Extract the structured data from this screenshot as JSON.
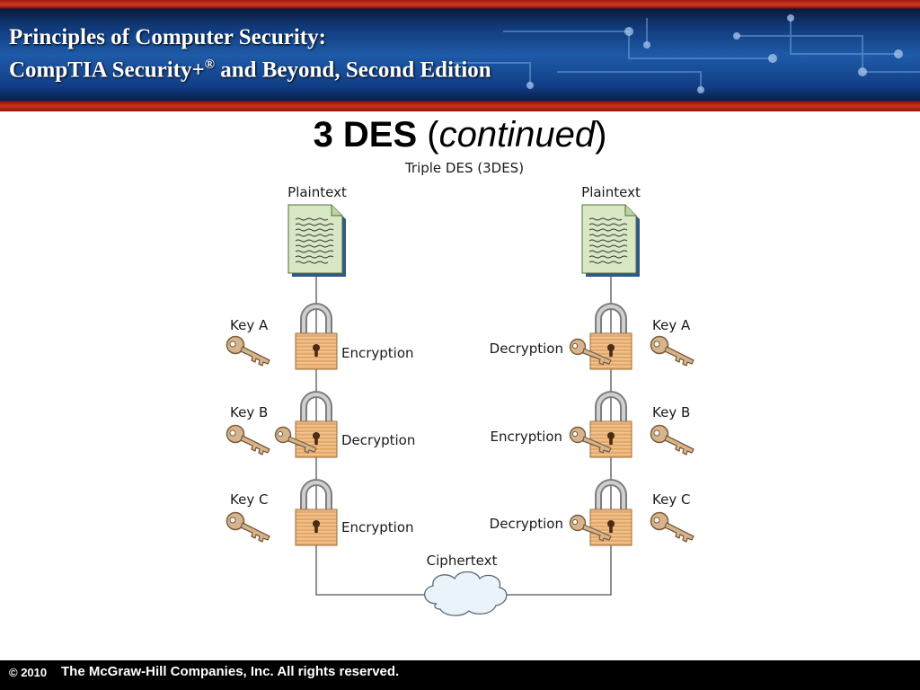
{
  "header": {
    "line1": "Principles of Computer Security:",
    "line2_main": "CompTIA Security+",
    "line2_mark": "®",
    "line2_rest": " and Beyond, Second Edition"
  },
  "slide": {
    "title_bold": "3 DES",
    "title_open": " (",
    "title_italic": "continued",
    "title_close": ")"
  },
  "diagram": {
    "caption": "Triple DES (3DES)",
    "left": {
      "top_label": "Plaintext",
      "stages": [
        {
          "key": "Key A",
          "operation": "Encryption"
        },
        {
          "key": "Key B",
          "operation": "Decryption"
        },
        {
          "key": "Key C",
          "operation": "Encryption"
        }
      ]
    },
    "right": {
      "top_label": "Plaintext",
      "stages": [
        {
          "key": "Key A",
          "operation": "Decryption"
        },
        {
          "key": "Key B",
          "operation": "Encryption"
        },
        {
          "key": "Key C",
          "operation": "Decryption"
        }
      ]
    },
    "bottom_label": "Ciphertext"
  },
  "footer": {
    "copyright": "© 2010",
    "company": "The McGraw-Hill Companies, Inc. All rights reserved."
  },
  "colors": {
    "padlock_body": "#e3a86a",
    "shackle": "#b9b9b9",
    "key": "#d6b58e",
    "document": "#d9e8c4",
    "cloud": "#eaf3fa"
  }
}
